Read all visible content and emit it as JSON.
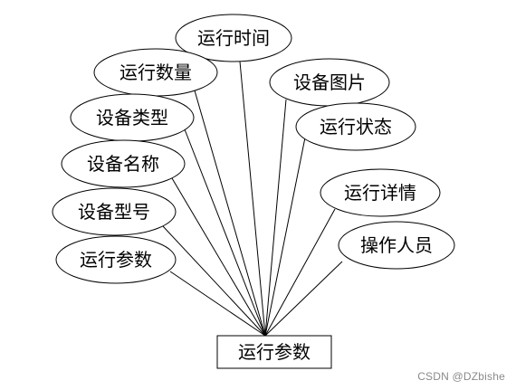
{
  "entity": {
    "label": "运行参数"
  },
  "attributes": [
    {
      "key": "time",
      "label": "运行时间"
    },
    {
      "key": "quantity",
      "label": "运行数量"
    },
    {
      "key": "image",
      "label": "设备图片"
    },
    {
      "key": "type",
      "label": "设备类型"
    },
    {
      "key": "status",
      "label": "运行状态"
    },
    {
      "key": "name",
      "label": "设备名称"
    },
    {
      "key": "detail",
      "label": "运行详情"
    },
    {
      "key": "model",
      "label": "设备型号"
    },
    {
      "key": "operator",
      "label": "操作人员"
    },
    {
      "key": "param",
      "label": "运行参数"
    }
  ],
  "watermark": "CSDN @DZbishe"
}
